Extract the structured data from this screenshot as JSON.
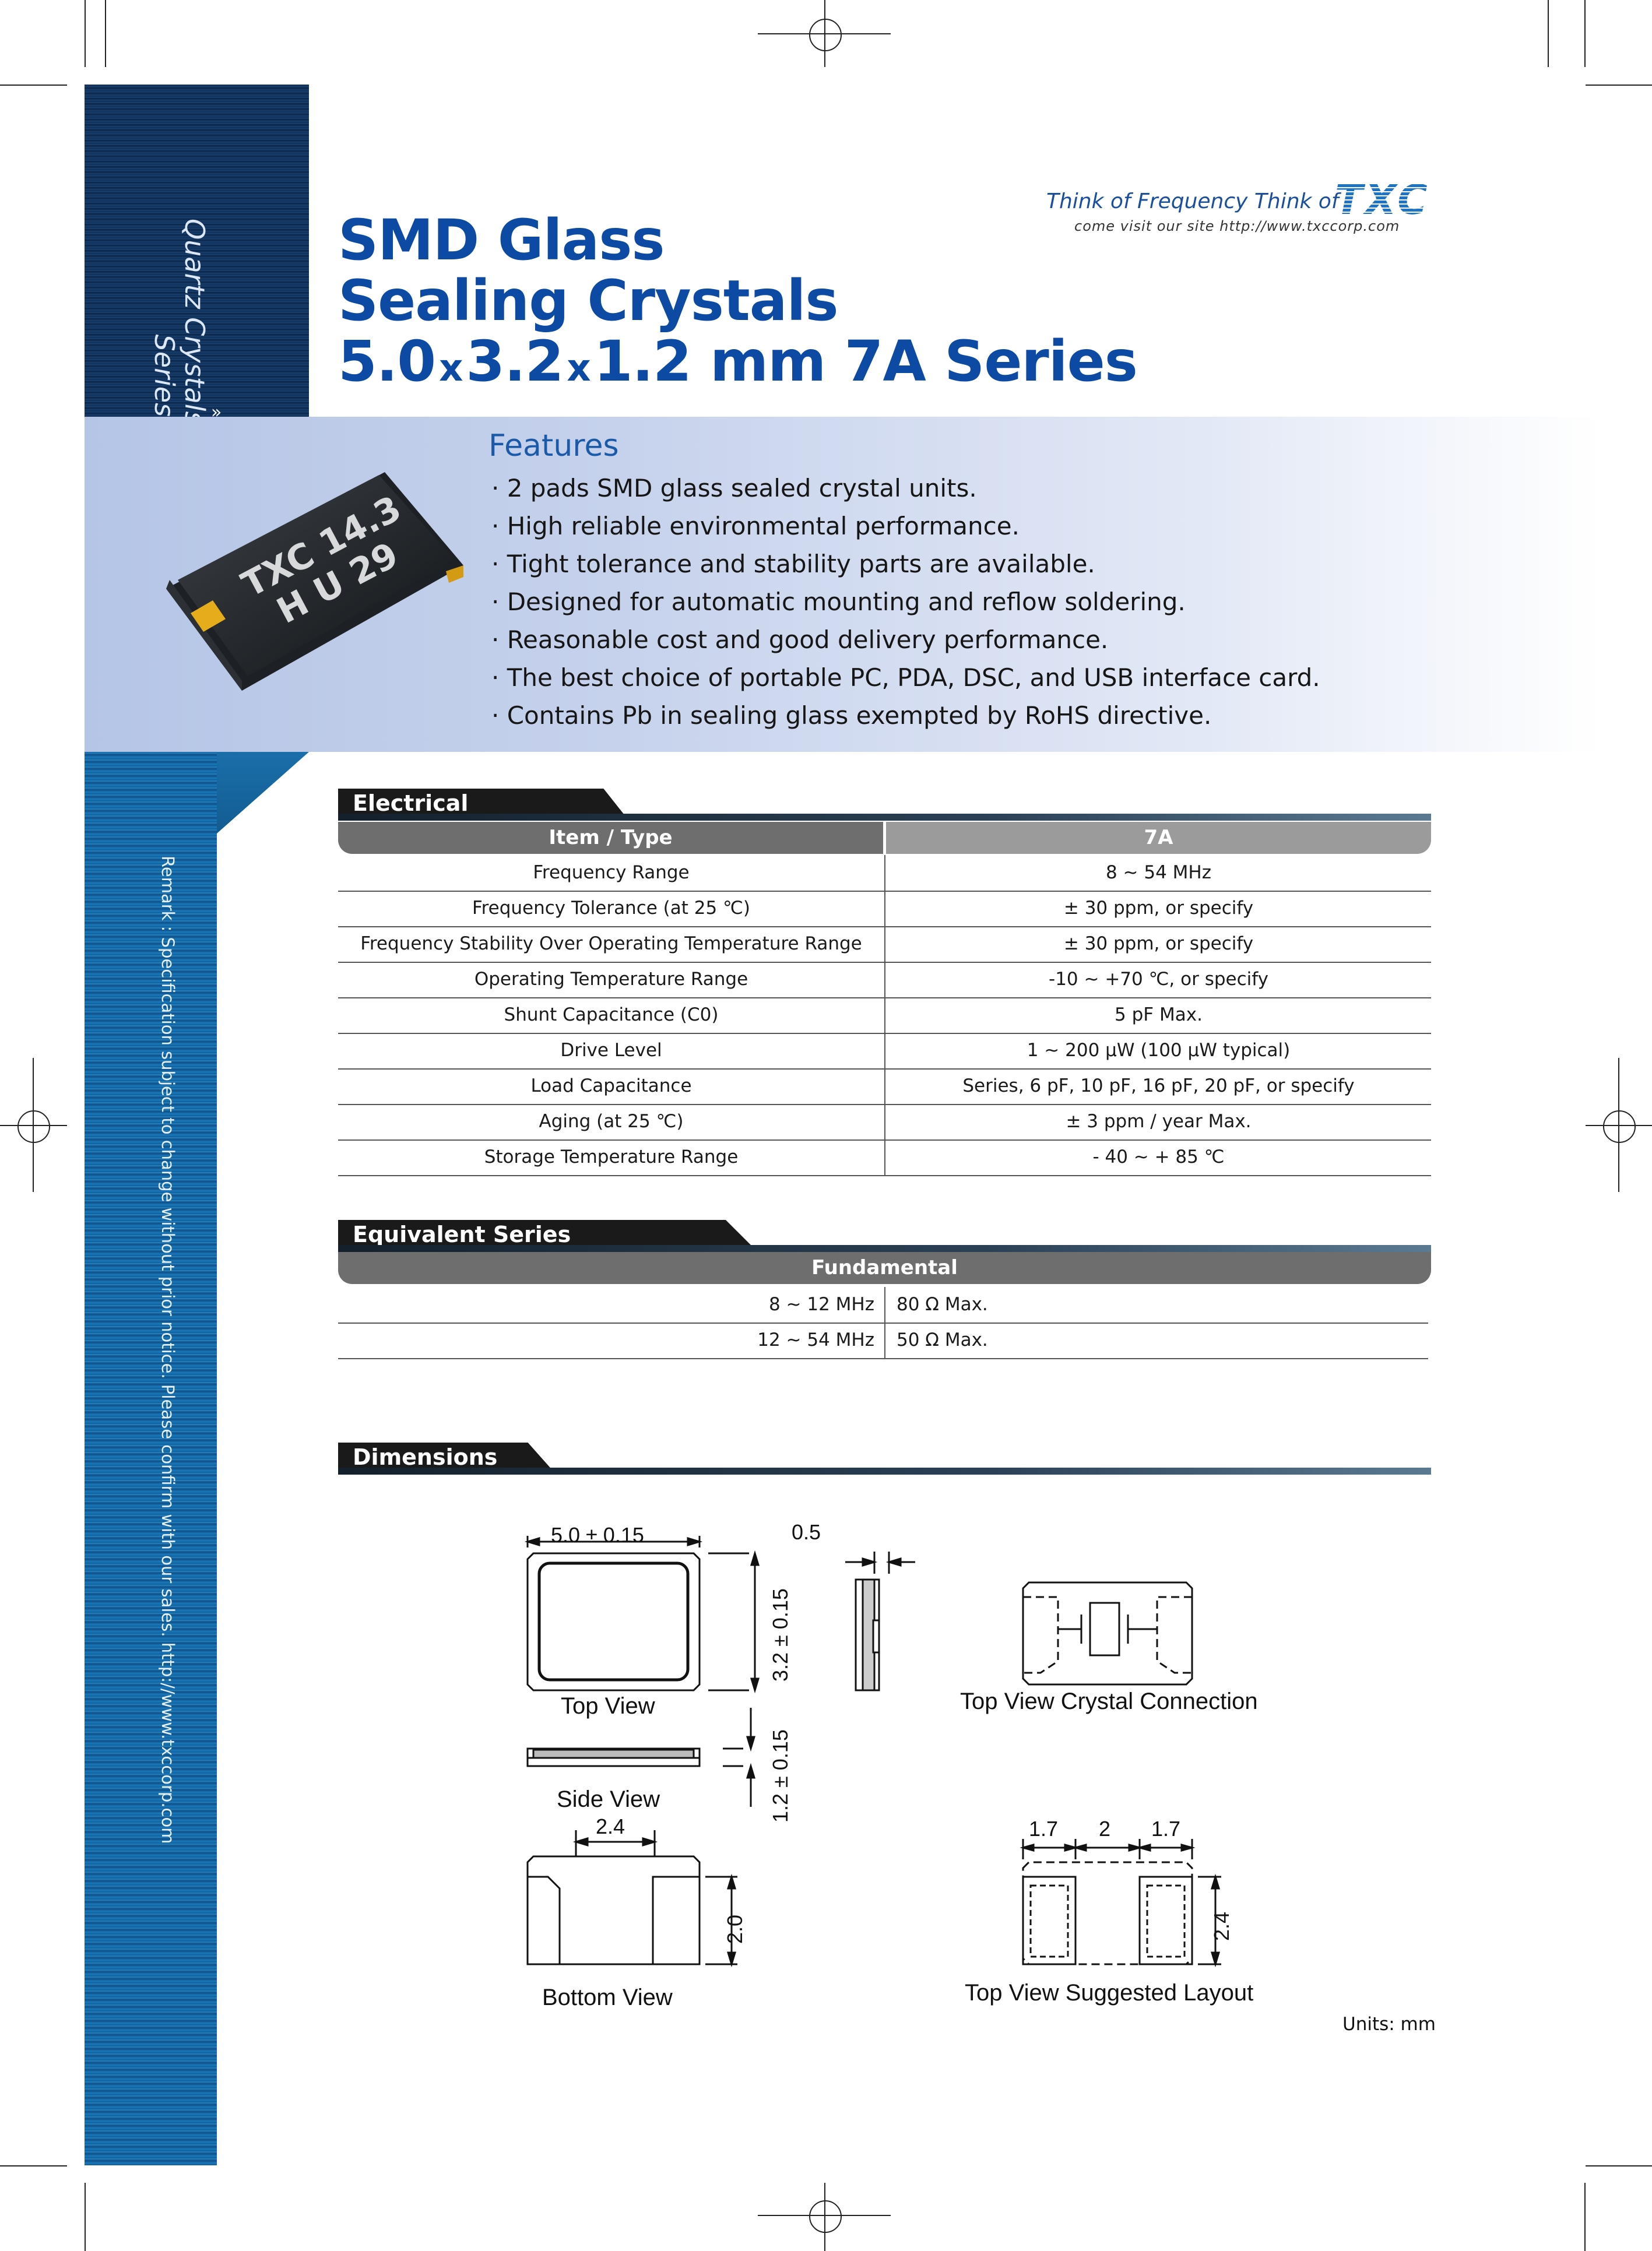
{
  "sidebar": {
    "series_line1": "Quartz Crystals",
    "series_line2": "Series",
    "remark": "Remark : Specification subject to change without prior notice. Please confirm with our sales. http://www.txccorp.com"
  },
  "header": {
    "title_line1": "SMD Glass",
    "title_line2": "Sealing Crystals",
    "dim_a": "5.0",
    "dim_b": "3.2",
    "dim_c": "1.2 mm 7A Series",
    "x_symbol": "x",
    "tagline": "Think of Frequency Think of",
    "brand": "TXC",
    "site": "come visit our site http://www.txccorp.com"
  },
  "crystal_marking": {
    "line1": "TXC 14.3",
    "line2": "H U 29"
  },
  "features": {
    "title": "Features",
    "items": [
      "· 2 pads SMD glass sealed crystal units.",
      "· High reliable environmental performance.",
      "· Tight tolerance and stability parts are available.",
      "· Designed for automatic mounting and reflow soldering.",
      "· Reasonable cost and good delivery performance.",
      "· The best choice of portable PC, PDA, DSC, and USB interface card.",
      "· Contains Pb in sealing glass exempted by RoHS directive."
    ]
  },
  "electrical": {
    "title": "Electrical Specifications",
    "col1": "Item / Type",
    "col2": "7A",
    "rows": [
      [
        "Frequency Range",
        "8 ~ 54 MHz"
      ],
      [
        "Frequency Tolerance (at 25 ℃)",
        "± 30 ppm, or specify"
      ],
      [
        "Frequency Stability Over Operating Temperature Range",
        "± 30 ppm, or specify"
      ],
      [
        "Operating Temperature Range",
        "-10 ~ +70 ℃, or specify"
      ],
      [
        "Shunt Capacitance (C0)",
        "5 pF Max."
      ],
      [
        "Drive Level",
        "1 ~ 200 μW (100 μW typical)"
      ],
      [
        "Load Capacitance",
        "Series, 6 pF, 10 pF, 16 pF, 20 pF, or specify"
      ],
      [
        "Aging (at 25 ℃)",
        "± 3 ppm / year Max."
      ],
      [
        "Storage Temperature Range",
        "- 40 ~ + 85 ℃"
      ]
    ]
  },
  "esr": {
    "title": "Equivalent Series Resistance(ESR)",
    "header": "Fundamental",
    "rows": [
      [
        "8 ~ 12 MHz",
        "80 Ω Max."
      ],
      [
        "12 ~ 54 MHz",
        "50 Ω Max."
      ]
    ]
  },
  "dimensions": {
    "title": "Dimensions",
    "top_view": "Top View",
    "side_view": "Side View",
    "bottom_view": "Bottom View",
    "crystal_connection": "Top View Crystal Connection",
    "suggested_layout": "Top View Suggested Layout",
    "length": "5.0 ± 0.15",
    "width": "3.2 ± 0.15",
    "height": "1.2 ± 0.15",
    "pad_offset": "0.5",
    "pad_spacing": "2.4",
    "pad_height": "2.0",
    "layout_pad_w1": "1.7",
    "layout_gap": "2",
    "layout_pad_w2": "1.7",
    "layout_height": "2.4",
    "units": "Units: mm"
  },
  "colors": {
    "title_blue": "#0d4aa3",
    "band_dark": "#0e2c52",
    "band_light": "#1b78b8",
    "header_gray": "#6e6e6e"
  }
}
